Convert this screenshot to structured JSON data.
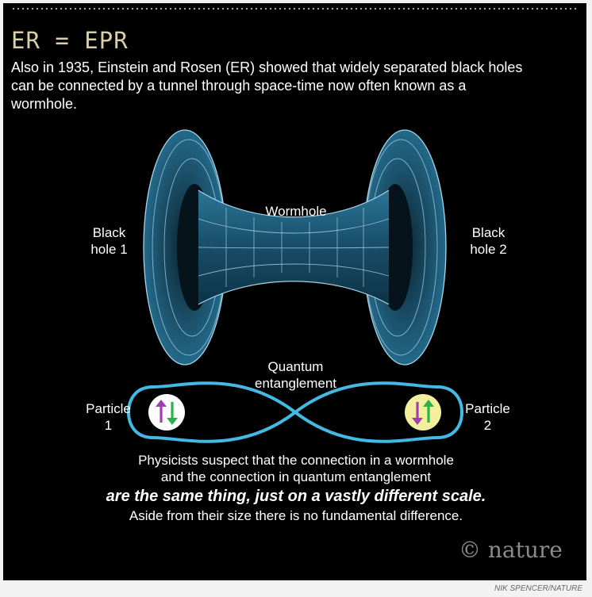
{
  "title": "ER = EPR",
  "intro": "Also in 1935, Einstein and Rosen (ER) showed that widely separated black holes can be connected by a tunnel through space-time now often known as a wormhole.",
  "labels": {
    "wormhole": "Wormhole",
    "black_hole_1": [
      "Black",
      "hole 1"
    ],
    "black_hole_2": [
      "Black",
      "hole 2"
    ],
    "entanglement": [
      "Quantum",
      "entanglement"
    ],
    "particle_1": [
      "Particle",
      "1"
    ],
    "particle_2": [
      "Particle",
      "2"
    ]
  },
  "bottom": {
    "line1": "Physicists suspect that the connection in a wormhole",
    "line2": "and the connection in quantum entanglement",
    "emphasis": "are the same thing, just on a vastly different scale.",
    "line4": "Aside from their size there is no fundamental difference."
  },
  "copyright": "© nature",
  "credit": "NIK SPENCER/NATURE",
  "colors": {
    "background": "#000000",
    "title": "#d9cfa6",
    "wormhole_fill": "#1f5c7a",
    "wormhole_grid": "#a6d3e6",
    "loop": "#43b9e4",
    "particle1_bg": "#ffffff",
    "particle2_bg": "#f3ef9a",
    "spin_green": "#2bb24c",
    "spin_purple": "#a23fb0"
  },
  "icons": [
    "up-arrow-icon",
    "down-arrow-icon"
  ]
}
